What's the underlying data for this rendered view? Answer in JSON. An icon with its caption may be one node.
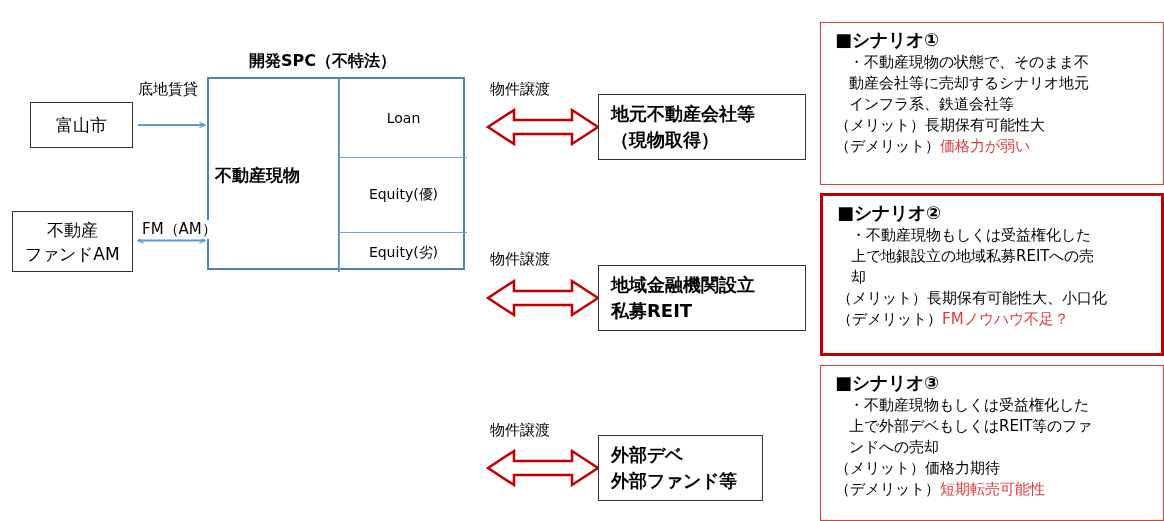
{
  "diagram": {
    "nodes": [
      {
        "text": [
          "開発SPC（不特法）"
        ]
      },
      {
        "text": [
          "不動産現物"
        ],
        "in": 0
      },
      {
        "text": [
          "Loan"
        ],
        "in": 0
      },
      {
        "text": [
          "Equity(優)"
        ],
        "in": 0
      },
      {
        "text": [
          "Equity(劣)"
        ],
        "in": 0
      },
      {
        "text": [
          "富山市"
        ]
      },
      {
        "text": [
          "不動産",
          "ファンドAM"
        ]
      },
      {
        "text": [
          "地元不動産会社等",
          "（現物取得）"
        ]
      },
      {
        "text": [
          "地域金融機関設立私募REIT"
        ]
      },
      {
        "text": [
          "外部デベ",
          "外部ファンド等"
        ]
      },
      {
        "text": [
          "■シナリオ①",
          "・不動産現物の状態で、そのまま不動産会社等に売却するシナリオ地元インフラ系、鉄道会社等",
          "（メリット）長期保有可能性大",
          "（デメリット）",
          "価格力が弱い"
        ]
      },
      {
        "text": [
          "■シナリオ②",
          "・不動産現物もしくは受益権化した上で地銀設立の地域私募REITへの売却",
          "（メリット）長期保有可能性大、小口化",
          "（デメリット）",
          "FMノウハウ不足？"
        ]
      },
      {
        "text": [
          "■シナリオ③",
          "・不動産現物もしくは受益権化した上で外部デベもしくはREIT等のファンドへの売却",
          "（メリット）価格力期待",
          "（デメリット）",
          "短期転売可能性"
        ]
      }
    ],
    "edges": [
      {
        "from": 5,
        "to": 0,
        "arrow": "to",
        "label": "底地賃貸",
        "color": "#5b9bd5"
      },
      {
        "from": 6,
        "to": 0,
        "arrow": "both",
        "label": "FM（AM）",
        "color": "#5b9bd5"
      },
      {
        "from": null,
        "to": 7,
        "arrow": "both",
        "label": "物件譲渡",
        "style": "thick",
        "color": "#c00000"
      },
      {
        "from": null,
        "to": 8,
        "arrow": "both",
        "label": "物件譲渡",
        "style": "thick",
        "color": "#c00000"
      },
      {
        "from": null,
        "to": 9,
        "arrow": "both",
        "label": "物件譲渡",
        "style": "thick",
        "color": "#c00000"
      }
    ]
  }
}
